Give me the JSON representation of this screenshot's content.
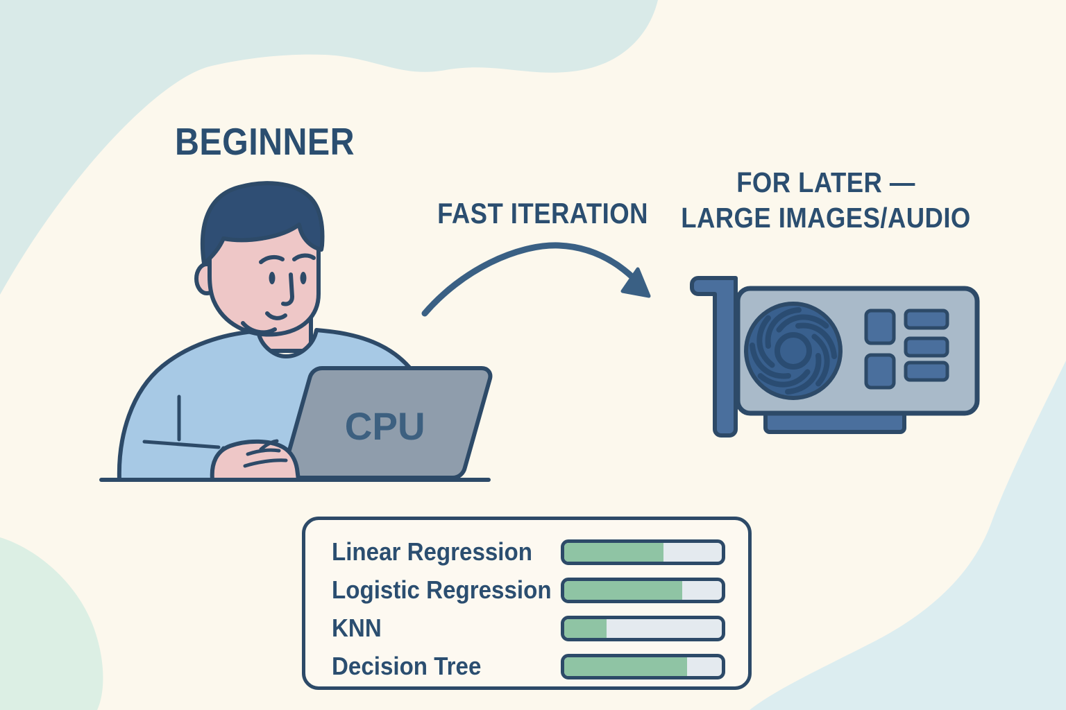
{
  "scene": {
    "beginner_label": "BEGINNER",
    "arrow_label": "FAST ITERATION",
    "gpu_caption_line1": "FOR LATER —",
    "gpu_caption_line2": "LARGE IMAGES/AUDIO",
    "cpu_label": "CPU"
  },
  "algorithms": {
    "items": [
      {
        "label": "Linear Regression",
        "progress_percent": 63
      },
      {
        "label": "Logistic Regression",
        "progress_percent": 75
      },
      {
        "label": "KNN",
        "progress_percent": 27
      },
      {
        "label": "Decision Tree",
        "progress_percent": 78
      }
    ]
  },
  "colors": {
    "background": "#fcf8ed",
    "blob_teal": "#d9eae8",
    "blob_mint": "#dcefe4",
    "blob_blue": "#dcedf0",
    "outline_ink": "#2d4a68",
    "heading_text": "#2b4e70",
    "skin": "#eec7c7",
    "hair": "#2f4e74",
    "sweater": "#a7c9e5",
    "laptop": "#8f9dac",
    "gpu_body": "#a9bac9",
    "gpu_parts": "#4a6f9d",
    "progress_fill": "#8fc4a4",
    "progress_track": "#e4eaef"
  }
}
